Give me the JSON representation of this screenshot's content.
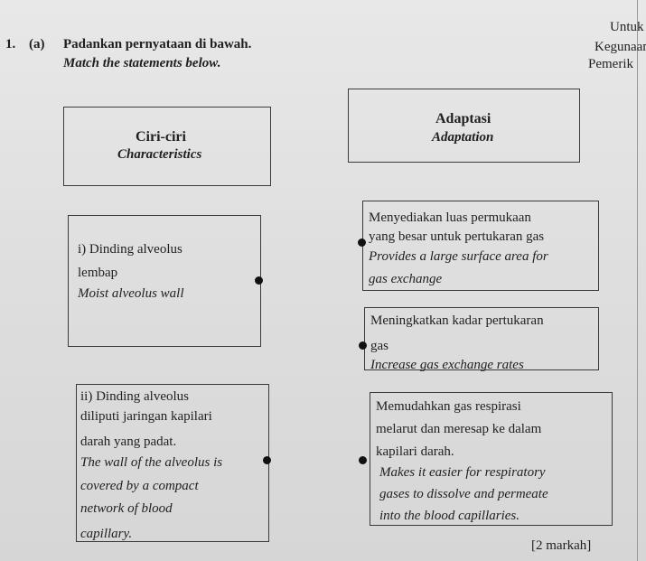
{
  "margin": {
    "lines": [
      "Untuk",
      "Kegunaan",
      "Pemerik"
    ]
  },
  "question": {
    "number": "1.",
    "part": "(a)",
    "instruction_ms": "Padankan pernyataan di bawah.",
    "instruction_en": "Match the statements below."
  },
  "headers": {
    "left": {
      "ms": "Ciri-ciri",
      "en": "Characteristics"
    },
    "right": {
      "ms": "Adaptasi",
      "en": "Adaptation"
    }
  },
  "left_items": [
    {
      "lines": [
        "i) Dinding alveolus",
        "lembap",
        "Moist alveolus wall"
      ]
    },
    {
      "lines": [
        "ii) Dinding alveolus",
        "diliputi jaringan kapilari",
        "darah yang padat.",
        "The wall of the alveolus is",
        "covered by a compact",
        "network of blood",
        "capillary."
      ]
    }
  ],
  "right_items": [
    {
      "lines": [
        "Menyediakan luas permukaan",
        "yang besar untuk pertukaran gas",
        "Provides a large surface area for",
        "gas exchange"
      ]
    },
    {
      "lines": [
        "Meningkatkan kadar pertukaran",
        "gas",
        "Increase gas exchange rates"
      ]
    },
    {
      "lines": [
        "Memudahkan gas respirasi",
        "melarut dan meresap ke dalam",
        "kapilari darah.",
        "Makes it easier for respiratory",
        "gases to dissolve and permeate",
        "into the blood capillaries."
      ]
    }
  ],
  "marks": "[2 markah]"
}
